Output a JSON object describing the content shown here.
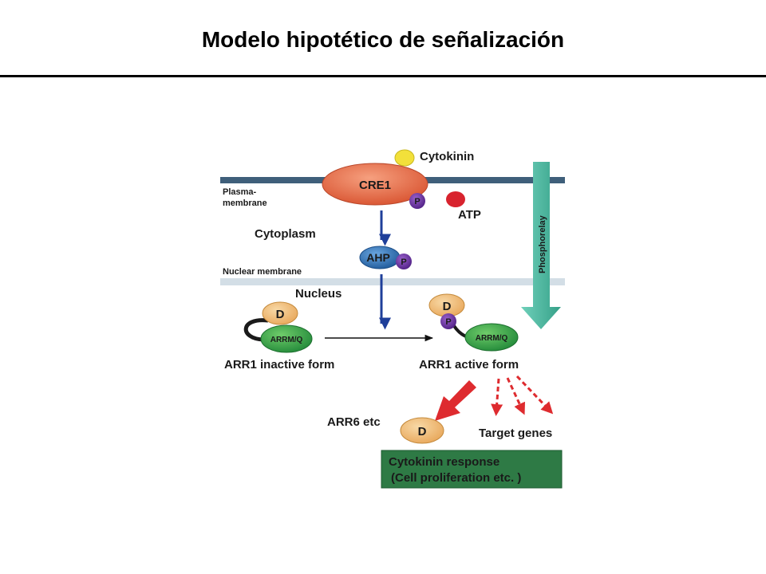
{
  "slide": {
    "title": "Modelo hipotético de señalización"
  },
  "diagram": {
    "cytokinin": "Cytokinin",
    "cre1": "CRE1",
    "plasma_membrane": [
      "Plasma-",
      "membrane"
    ],
    "atp": "ATP",
    "phosphorelay": "Phosphorelay",
    "cytoplasm": "Cytoplasm",
    "ahp": "AHP",
    "phospho": "P",
    "nuclear_membrane": "Nuclear membrane",
    "nucleus": "Nucleus",
    "receiver_domain": "D",
    "arrm": "ARRM/Q",
    "arr1_inactive": "ARR1 inactive form",
    "arr1_active": "ARR1 active form",
    "arr6": "ARR6 etc",
    "target_genes": "Target genes",
    "response": [
      "Cytokinin response",
      "(Cell proliferation etc. )"
    ]
  },
  "colors": {
    "membrane": "#3f5f7a",
    "nuclear_membrane": "#d3dee6",
    "cre1": "#e0603f",
    "phospho": "#6b2f9e",
    "cytokinin": "#f2e03a",
    "atp": "#d8232e",
    "ahp": "#2b73b8",
    "arrm": "#3aa048",
    "d_domain": "#f0b46a",
    "phosphorelay": "#4db8a2",
    "blue_arrow": "#1f3f9a",
    "red_arrow": "#de2b2f",
    "response_box": "#2e7a45"
  }
}
